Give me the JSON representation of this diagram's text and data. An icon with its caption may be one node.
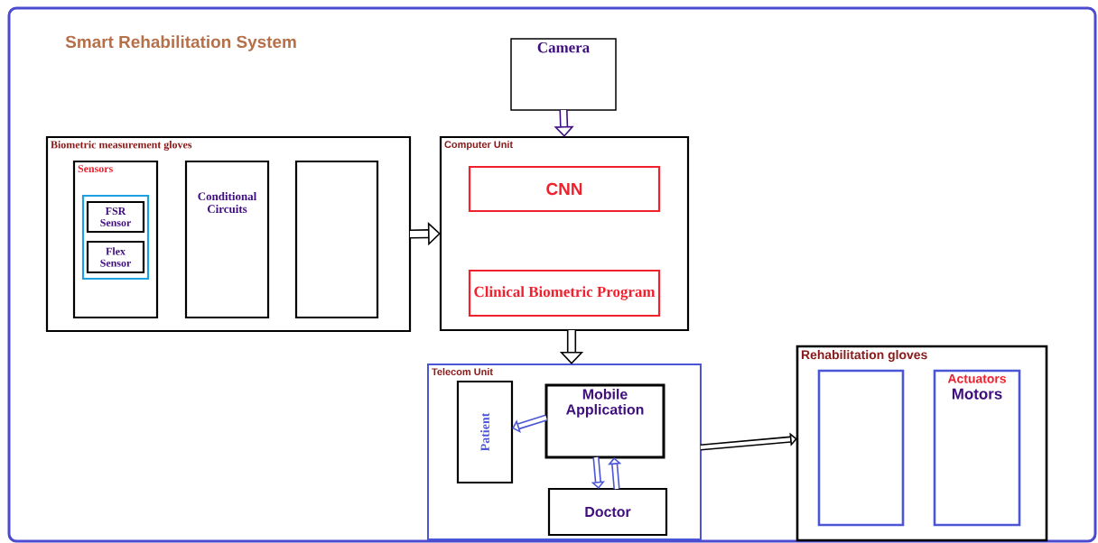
{
  "diagram": {
    "title": "Smart Rehabilitation System",
    "nodes": [
      {
        "text": [
          "Camera"
        ]
      },
      {
        "text": [
          "Biometric measurement gloves"
        ]
      },
      {
        "text": [
          "Sensors"
        ],
        "in": 1
      },
      {
        "text": [],
        "shape": "box",
        "in": 2
      },
      {
        "text": [
          "FSR Sensor"
        ],
        "in": 3
      },
      {
        "text": [
          "Flex Sensor"
        ],
        "in": 3
      },
      {
        "text": [
          "Conditional Circuits"
        ],
        "in": 1
      },
      {
        "text": [],
        "shape": "box",
        "in": 1
      },
      {
        "text": [
          "Computer Unit"
        ]
      },
      {
        "text": [
          "CNN"
        ],
        "in": 8
      },
      {
        "text": [
          "Clinical Biometric Program"
        ],
        "in": 8
      },
      {
        "text": [
          "Telecom Unit"
        ]
      },
      {
        "text": [
          "Patient"
        ],
        "in": 11
      },
      {
        "text": [
          "Mobile Application"
        ],
        "in": 11
      },
      {
        "text": [
          "Doctor"
        ],
        "in": 11
      },
      {
        "text": [
          "Rehabilitation gloves"
        ]
      },
      {
        "text": [],
        "shape": "box",
        "in": 15
      },
      {
        "text": [
          "Actuators",
          "Motors"
        ],
        "in": 15
      }
    ],
    "edges": [
      {
        "from": 0,
        "to": 8,
        "arrow": "to",
        "color": "#3f0f7f"
      },
      {
        "from": 1,
        "to": 8,
        "arrow": "to"
      },
      {
        "from": 8,
        "to": 11,
        "arrow": "to"
      },
      {
        "from": 13,
        "to": 12,
        "arrow": "to",
        "color": "#4b56d6"
      },
      {
        "from": 13,
        "to": 14,
        "arrow": "to",
        "color": "#4b56d6"
      },
      {
        "from": 14,
        "to": 13,
        "arrow": "to",
        "color": "#4b56d6"
      },
      {
        "from": 11,
        "to": 15,
        "arrow": "to"
      }
    ]
  }
}
